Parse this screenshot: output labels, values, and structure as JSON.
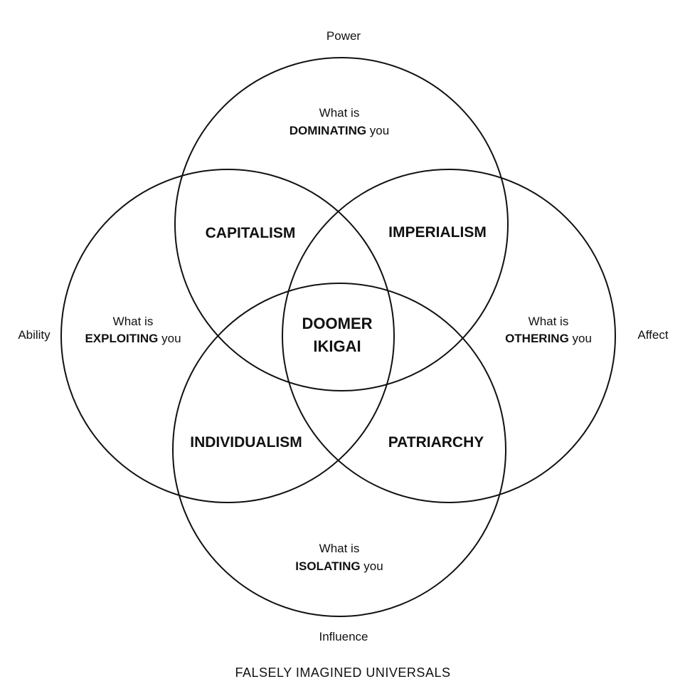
{
  "axes": {
    "top": "Power",
    "left": "Ability",
    "right": "Affect",
    "bottom": "Influence"
  },
  "circles": {
    "top": {
      "prefix": "What is",
      "keyword": "DOMINATING",
      "suffix": " you"
    },
    "left": {
      "prefix": "What is",
      "keyword": "EXPLOITING",
      "suffix": " you"
    },
    "right": {
      "prefix": "What is",
      "keyword": "OTHERING",
      "suffix": " you"
    },
    "bottom": {
      "prefix": "What is",
      "keyword": "ISOLATING",
      "suffix": " you"
    }
  },
  "overlaps": {
    "top_left": "CAPITALISM",
    "top_right": "IMPERIALISM",
    "bottom_left": "INDIVIDUALISM",
    "bottom_right": "PATRIARCHY"
  },
  "center": {
    "line1": "DOOMER",
    "line2": "IKIGAI"
  },
  "footer": {
    "title": "FALSELY IMAGINED UNIVERSALS"
  },
  "colors": {
    "stroke": "#111111",
    "background": "#ffffff"
  }
}
